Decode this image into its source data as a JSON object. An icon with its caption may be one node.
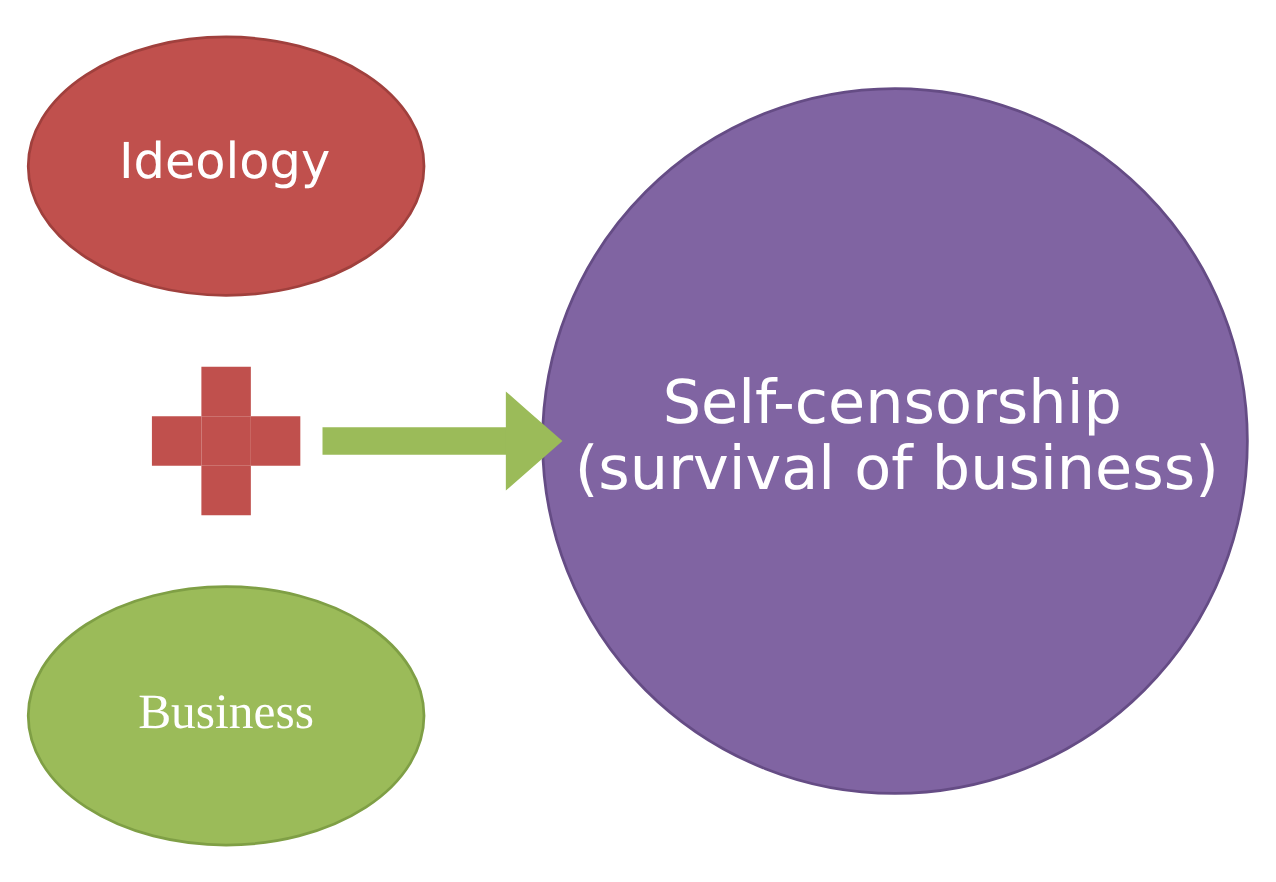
{
  "diagram": {
    "nodes": [
      {
        "text": [
          "Ideology"
        ]
      },
      {
        "text": [],
        "shape": "plus"
      },
      {
        "text": [
          "Business"
        ]
      },
      {
        "text": [
          "Self-censorship",
          "(survival of business)"
        ]
      }
    ],
    "edges": [
      {
        "from": 1,
        "to": 3,
        "arrow": "to"
      }
    ]
  }
}
